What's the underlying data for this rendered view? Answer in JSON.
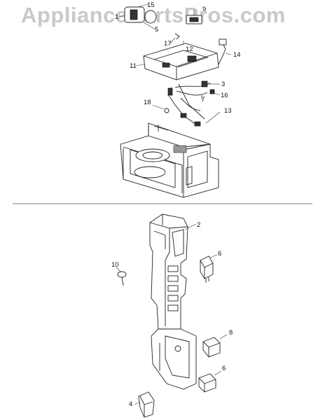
{
  "watermark": "AppliancePartsPros.com",
  "upper_assembly": {
    "callouts": [
      "15",
      "9",
      "1",
      "5",
      "17",
      "12",
      "14",
      "11",
      "3",
      "16",
      "7",
      "18",
      "13"
    ]
  },
  "lower_assembly": {
    "callouts": [
      "2",
      "6",
      "10",
      "8",
      "6",
      "4"
    ]
  }
}
